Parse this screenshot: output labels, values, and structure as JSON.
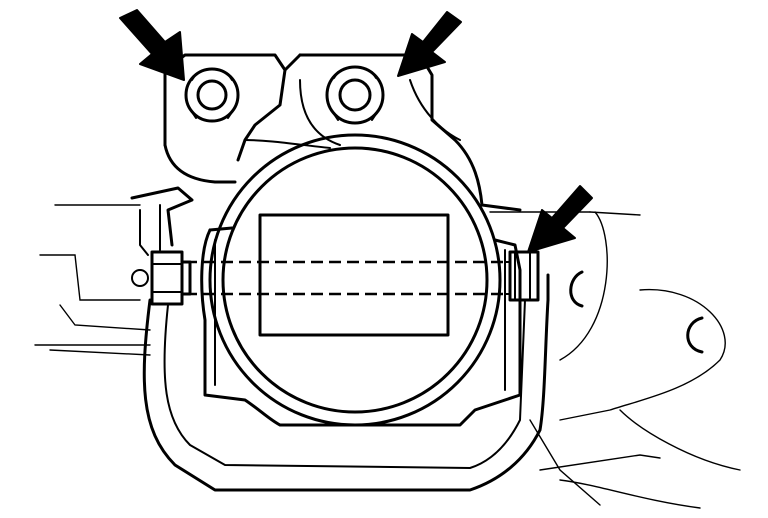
{
  "diagram": {
    "subject": "throttle-body-mounting",
    "stroke_color": "#000000",
    "background_color": "#ffffff",
    "callouts": [
      {
        "target": "upper-left-mounting-nut",
        "icon": "arrow-icon"
      },
      {
        "target": "upper-right-mounting-nut",
        "icon": "arrow-icon"
      },
      {
        "target": "right-mounting-bolt",
        "icon": "arrow-icon"
      }
    ]
  }
}
